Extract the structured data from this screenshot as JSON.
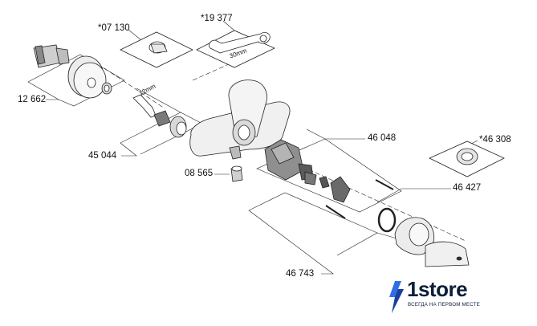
{
  "part_labels": {
    "p07130": "*07 130",
    "p19377": "*19 377",
    "p12662": "12 662",
    "p45044": "45 044",
    "p08565": "08 565",
    "p46048": "46 048",
    "p46308": "*46 308",
    "p46427": "46 427",
    "p46743": "46 743"
  },
  "dimensions": {
    "allen_key": "12mm",
    "wrench": "30mm"
  },
  "logo": {
    "brand": "1store",
    "tagline": "ВСЕГДА НА ПЕРВОМ МЕСТЕ",
    "colors": {
      "bolt": "#2f6fe4",
      "bolt_dark": "#1a3f9c",
      "text": "#0b1f3a"
    }
  }
}
